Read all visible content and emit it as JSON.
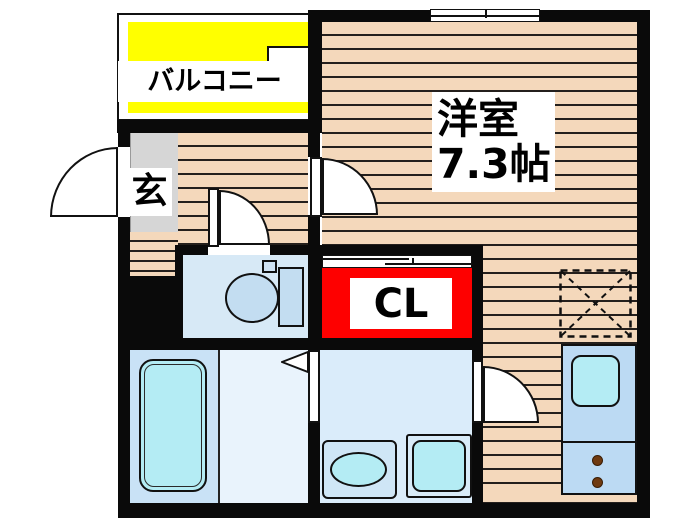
{
  "labels": {
    "balcony": "バルコニー",
    "entrance": "玄",
    "main_room": "洋室",
    "main_room_size": "7.3帖",
    "closet": "CL"
  },
  "colors": {
    "wall": "#0a0a0a",
    "wood_floor": "#f4d8bb",
    "plank_line": "#241f1c",
    "balcony_fill": "#ffff00",
    "closet_fill": "#fe0000",
    "entrance_floor": "#d6d6d6",
    "toilet_floor": "#d7e9f6",
    "bath_floor": "#c9e2f6",
    "washroom_floor_light": "#e9f3fc",
    "washroom_floor": "#daecfa",
    "kitchen_counter": "#bcdaf3",
    "fixture_blue": "#c3ddf1",
    "water_cyan": "#b4ecf4",
    "burner_brown": "#6f3a10"
  },
  "symbols": {
    "window": "sliding-window",
    "doors": [
      "entrance-swing-door",
      "main-room-swing-door",
      "toilet-swing-door",
      "washroom-swing-door",
      "closet-sliding-door",
      "washroom-folding-door"
    ],
    "fixtures": [
      "toilet",
      "bathtub",
      "washbasin",
      "washing-machine-pan",
      "kitchen-sink",
      "stove-burners",
      "refrigerator-space"
    ]
  }
}
